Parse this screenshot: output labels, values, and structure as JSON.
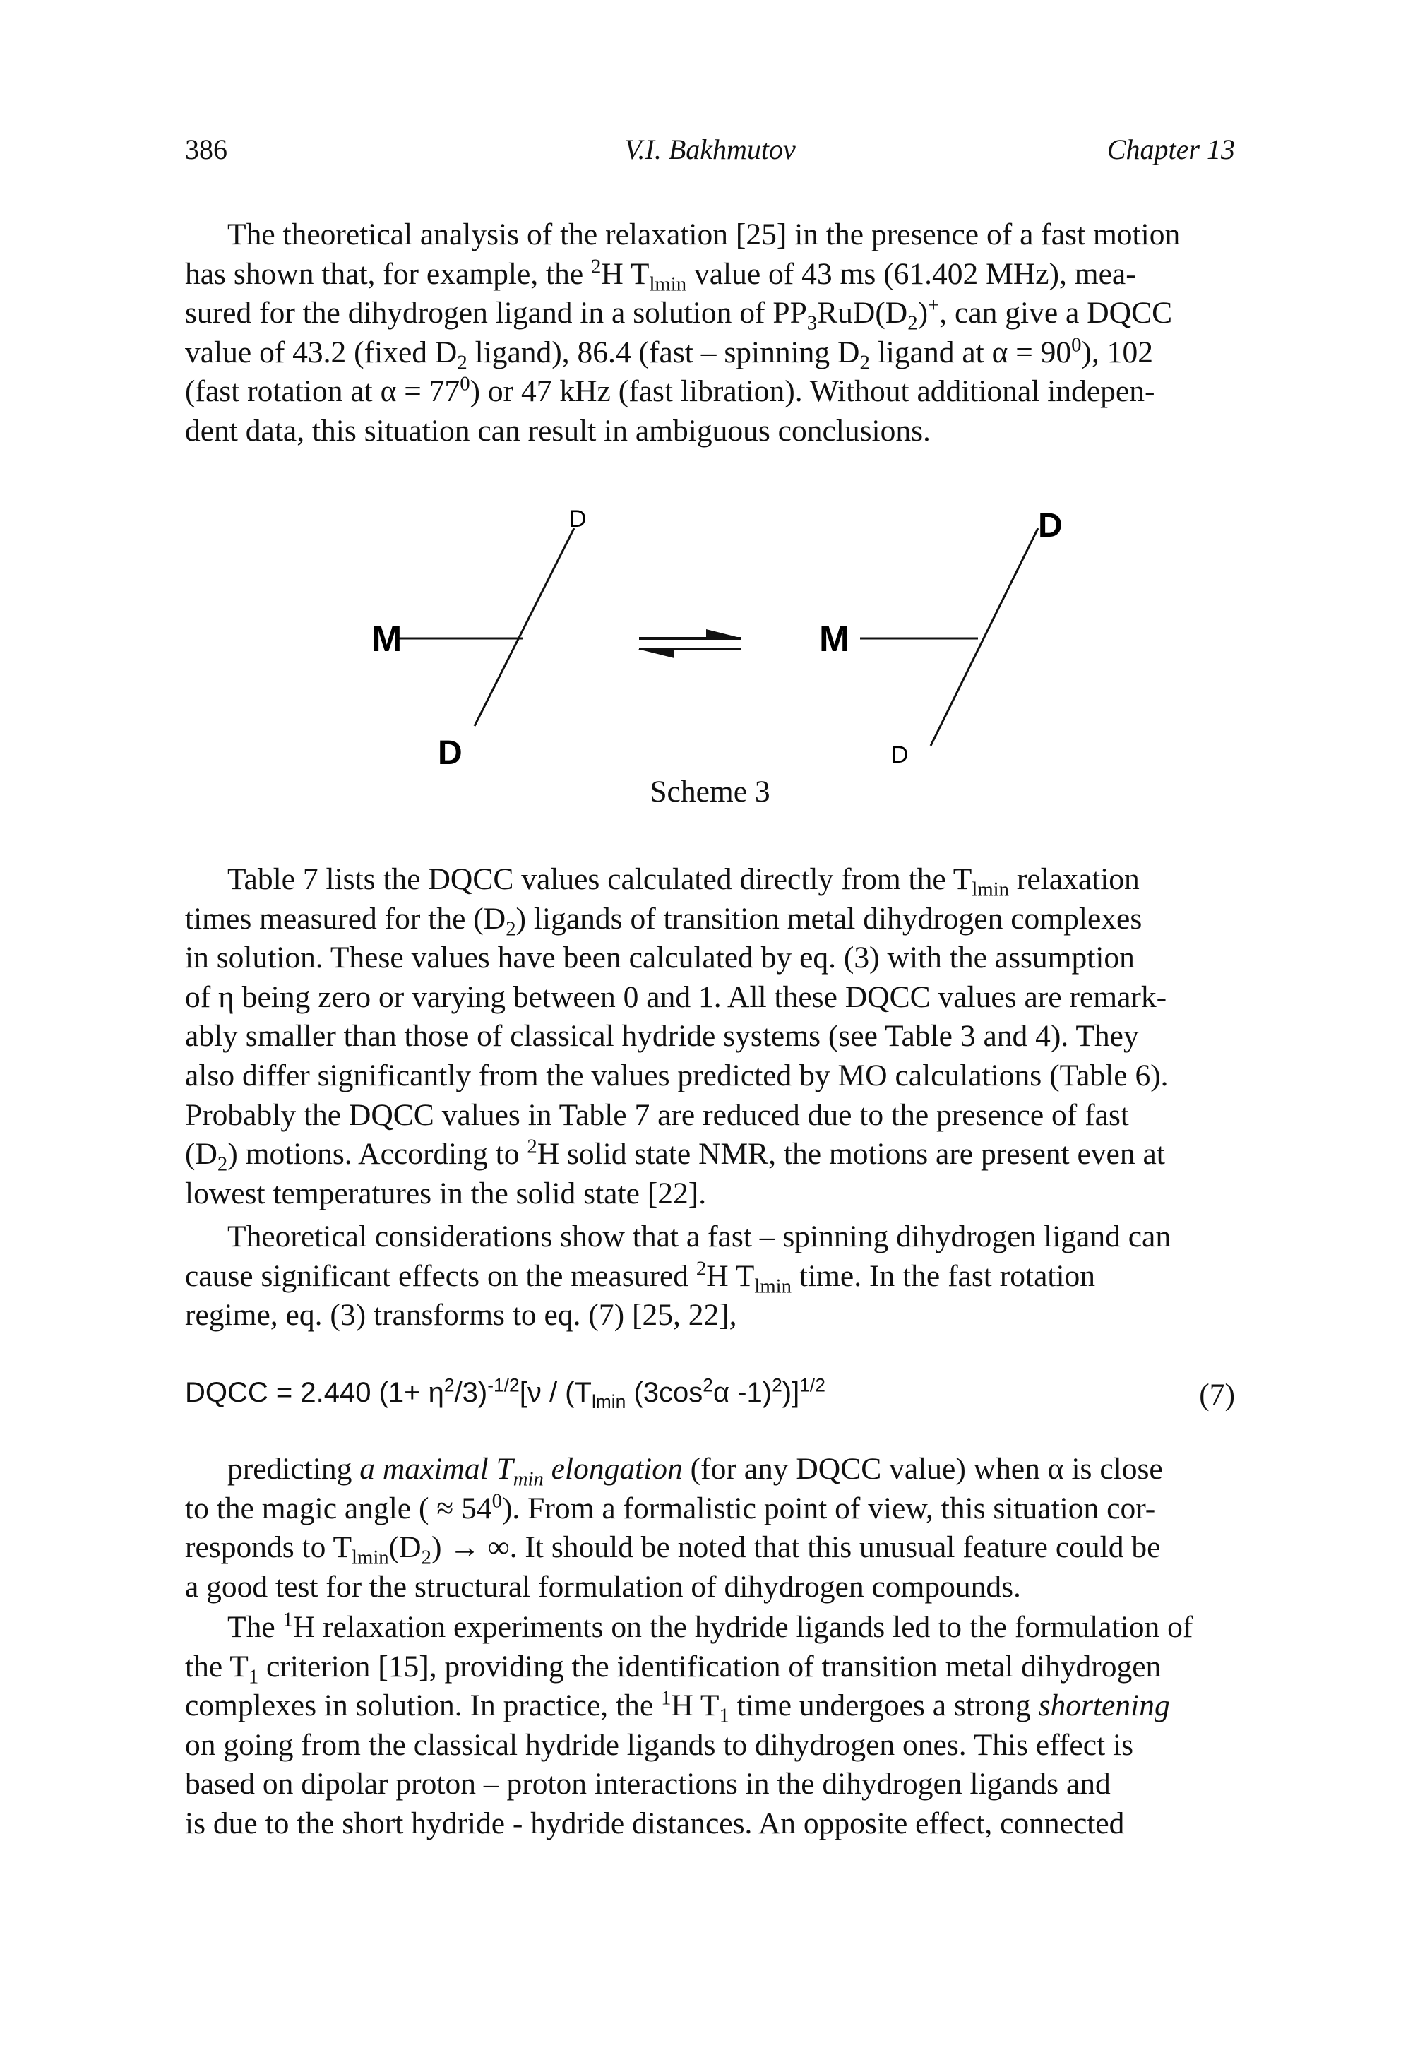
{
  "header": {
    "page_number": "386",
    "author": "V.I. Bakhmutov",
    "chapter": "Chapter 13"
  },
  "paragraph1": {
    "l1": "The theoretical analysis of the relaxation [25] in the presence of a fast motion",
    "l2a": "has shown that, for example, the ",
    "l2b": "H T",
    "l2c": " value of 43 ms (61.402 MHz), mea-",
    "l3a": "sured for the dihydrogen ligand in a solution of PP",
    "l3b": "RuD(D",
    "l3c": ")",
    "l3d": ", can give a DQCC",
    "l4a": "value of 43.2 (fixed D",
    "l4b": " ligand), 86.4 (fast – spinning D",
    "l4c": " ligand at α = 90",
    "l4d": "), 102",
    "l5a": "(fast rotation at α = 77",
    "l5b": ") or 47 kHz (fast libration). Without additional indepen-",
    "l6": "dent data, this situation can result in ambiguous conclusions."
  },
  "scheme": {
    "left_top_label": "D",
    "left_bottom_label": "D",
    "left_metal": "M",
    "right_top_label": "D",
    "right_bottom_label": "D",
    "right_metal": "M",
    "caption": "Scheme 3"
  },
  "paragraph2": {
    "l1a": "Table 7 lists the DQCC values calculated directly from the T",
    "l1b": " relaxation",
    "l2a": "times measured for the (D",
    "l2b": ") ligands of transition metal dihydrogen complexes",
    "l3": "in solution. These values have been calculated by eq. (3) with the assumption",
    "l4": "of η being zero or varying between 0 and 1. All these DQCC values are remark-",
    "l5": "ably smaller than those of classical hydride systems (see Table 3 and 4). They",
    "l6": "also differ significantly from the values predicted by MO calculations (Table 6).",
    "l7": "Probably the DQCC values in Table 7 are reduced due to the presence of fast",
    "l8a": "(D",
    "l8b": ") motions. According to ",
    "l8c": "H solid state NMR, the motions are present even at",
    "l9": "lowest temperatures in the solid state [22]."
  },
  "paragraph3": {
    "l1": "Theoretical considerations show that a fast – spinning dihydrogen ligand can",
    "l2a": "cause significant effects on the measured ",
    "l2b": "H T",
    "l2c": " time. In the fast rotation",
    "l3": "regime, eq. (3) transforms to eq. (7) [25, 22],"
  },
  "equation": {
    "a": "DQCC = 2.440 (1+ η",
    "b": "/3)",
    "c": "[ν / (T",
    "d": " (3cos",
    "e": "α -1)",
    "f": ")]",
    "number": "(7)"
  },
  "paragraph4": {
    "l1a": "predicting ",
    "l1b": "a maximal T",
    "l1c": " elongation",
    "l1d": " (for any DQCC value) when α is close",
    "l2a": "to the magic angle ( ≈ 54",
    "l2b": "). From a formalistic point of view, this situation cor-",
    "l3a": "responds to T",
    "l3b": "(D",
    "l3c": ") → ∞. It should be noted that this unusual feature could be",
    "l4": "a good test for the structural formulation of dihydrogen compounds."
  },
  "paragraph5": {
    "l1a": "The ",
    "l1b": "H relaxation experiments on the hydride ligands led to the formulation of",
    "l2a": "the T",
    "l2b": " criterion [15], providing the identification of transition metal dihydrogen",
    "l3a": "complexes in solution. In practice, the ",
    "l3b": "H T",
    "l3c": " time undergoes a strong ",
    "l3d": "shortening",
    "l4": "on going from the classical hydride ligands to dihydrogen ones. This effect is",
    "l5": "based on dipolar proton – proton interactions in the dihydrogen ligands and",
    "l6": "is due to the short hydride - hydride distances. An opposite effect, connected"
  },
  "tokens": {
    "two": "2",
    "three": "3",
    "plus": "+",
    "one": "1",
    "deg": "0",
    "lmin": "lmin",
    "min_it": "min",
    "l_it": "1",
    "sq": "2",
    "exp_neg_half": "-1/2",
    "half": "1/2",
    "one_sup": "1"
  }
}
